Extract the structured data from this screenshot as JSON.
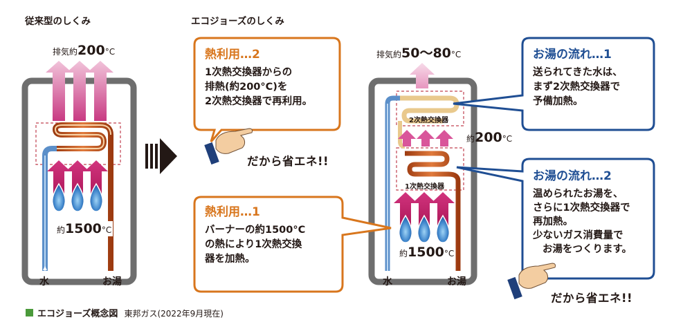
{
  "headings": {
    "conventional": "従来型のしくみ",
    "ecojoes": "エコジョーズのしくみ"
  },
  "conventional": {
    "exhaust_prefix": "排気約",
    "exhaust_value": "200",
    "exhaust_unit": "°C",
    "burner_prefix": "約",
    "burner_value": "1500",
    "burner_unit": "°C",
    "water_label": "水",
    "hot_water_label": "お湯"
  },
  "ecojoes": {
    "exhaust_prefix": "排気約",
    "exhaust_value": "50〜80",
    "exhaust_unit": "°C",
    "secondary_hx_label": "2次熱交換器",
    "primary_hx_label": "1次熱交換器",
    "mid_prefix": "約",
    "mid_value": "200",
    "mid_unit": "°C",
    "burner_prefix": "約",
    "burner_value": "1500",
    "burner_unit": "°C",
    "water_label": "水",
    "hot_water_label": "お湯"
  },
  "callouts": {
    "heat2": {
      "title": "熱利用…2",
      "lines": [
        "1次熱交換器からの",
        "排熱(約200°C)を",
        "2次熱交換器で再利用。"
      ]
    },
    "heat1": {
      "title": "熱利用…1",
      "lines": [
        "バーナーの約1500°C",
        "の熱により1次熱交換",
        "器を加熱。"
      ]
    },
    "flow1": {
      "title": "お湯の流れ…1",
      "lines": [
        "送られてきた水は、",
        "まず2次熱交換器で",
        "予備加熱。"
      ]
    },
    "flow2": {
      "title": "お湯の流れ…2",
      "lines": [
        "温められたお湯を、",
        "さらに1次熱交換器で",
        "再加熱。",
        "少ないガス消費量で",
        "お湯をつくります。"
      ]
    }
  },
  "slogan_1": "だから省エネ!!",
  "slogan_2": "だから省エネ!!",
  "caption": {
    "title": "エコジョーズ概念図",
    "source": "東邦ガス(2022年9月現在)"
  },
  "colors": {
    "cabinet": "#6e6e6e",
    "cold_pipe": "#5b8fc9",
    "hot_pipe": "#c8551f",
    "heat_arrow": "#b8145f",
    "exhaust_arrow": "#e7a2c4",
    "flame": "#2566ae",
    "orange_border": "#d8761d",
    "blue_border": "#1f4e93",
    "caption_square": "#4b9a3b"
  }
}
